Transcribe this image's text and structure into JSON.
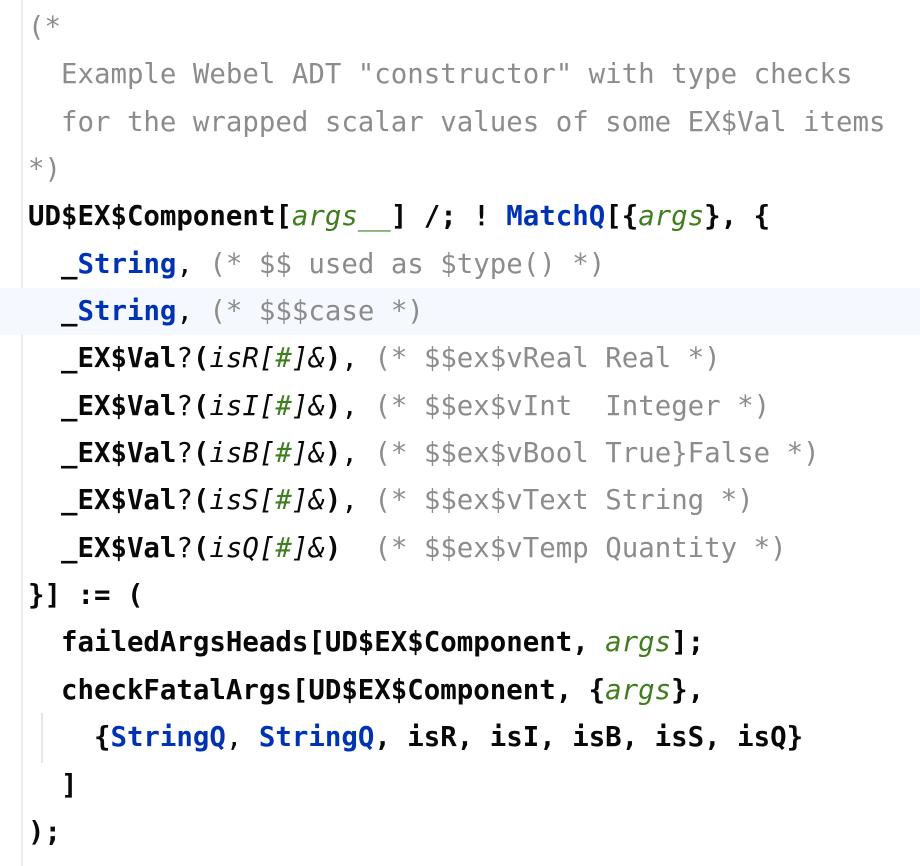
{
  "editor": {
    "current_line": 6,
    "colors": {
      "comment": "#8c8c8c",
      "keyword": "#0033b3",
      "pattern": "#3f7d1f",
      "text": "#080808",
      "current_line_bg": "#f5f8fe"
    },
    "lines": [
      [
        [
          "(*",
          "c"
        ]
      ],
      [
        [
          "  Example Webel ADT \"constructor\" with type checks",
          "c"
        ]
      ],
      [
        [
          "  for the wrapped scalar values of some EX$Val items",
          "c"
        ]
      ],
      [
        [
          "*)",
          "c"
        ]
      ],
      [
        [
          "UD$EX$Component[",
          "b"
        ],
        [
          "args__",
          "g"
        ],
        [
          "] /; ! ",
          "b"
        ],
        [
          "MatchQ",
          "k"
        ],
        [
          "[{",
          "b"
        ],
        [
          "args",
          "g"
        ],
        [
          "}, {",
          "b"
        ]
      ],
      [
        [
          "  _",
          "b"
        ],
        [
          "String",
          "k"
        ],
        [
          ", ",
          "n"
        ],
        [
          "(* $$ used as $type() *)",
          "c"
        ]
      ],
      [
        [
          "  _",
          "b"
        ],
        [
          "String",
          "k"
        ],
        [
          ", ",
          "n"
        ],
        [
          "(* $$$case *)",
          "c"
        ]
      ],
      [
        [
          "  _EX$Val",
          "b"
        ],
        [
          "?",
          "n"
        ],
        [
          "(",
          "b"
        ],
        [
          "isR[",
          "i"
        ],
        [
          "#",
          "g"
        ],
        [
          "]&",
          "i"
        ],
        [
          ")",
          "b"
        ],
        [
          ", ",
          "n"
        ],
        [
          "(* $$ex$vReal Real *)",
          "c"
        ]
      ],
      [
        [
          "  _EX$Val",
          "b"
        ],
        [
          "?",
          "n"
        ],
        [
          "(",
          "b"
        ],
        [
          "isI[",
          "i"
        ],
        [
          "#",
          "g"
        ],
        [
          "]&",
          "i"
        ],
        [
          ")",
          "b"
        ],
        [
          ", ",
          "n"
        ],
        [
          "(* $$ex$vInt  Integer *)",
          "c"
        ]
      ],
      [
        [
          "  _EX$Val",
          "b"
        ],
        [
          "?",
          "n"
        ],
        [
          "(",
          "b"
        ],
        [
          "isB[",
          "i"
        ],
        [
          "#",
          "g"
        ],
        [
          "]&",
          "i"
        ],
        [
          ")",
          "b"
        ],
        [
          ", ",
          "n"
        ],
        [
          "(* $$ex$vBool True}False *)",
          "c"
        ]
      ],
      [
        [
          "  _EX$Val",
          "b"
        ],
        [
          "?",
          "n"
        ],
        [
          "(",
          "b"
        ],
        [
          "isS[",
          "i"
        ],
        [
          "#",
          "g"
        ],
        [
          "]&",
          "i"
        ],
        [
          ")",
          "b"
        ],
        [
          ", ",
          "n"
        ],
        [
          "(* $$ex$vText String *)",
          "c"
        ]
      ],
      [
        [
          "  _EX$Val",
          "b"
        ],
        [
          "?",
          "n"
        ],
        [
          "(",
          "b"
        ],
        [
          "isQ[",
          "i"
        ],
        [
          "#",
          "g"
        ],
        [
          "]&",
          "i"
        ],
        [
          ")",
          "b"
        ],
        [
          "  ",
          "n"
        ],
        [
          "(* $$ex$vTemp Quantity *)",
          "c"
        ]
      ],
      [
        [
          "}] := (",
          "b"
        ]
      ],
      [
        [
          "  failedArgsHeads[UD$EX$Component, ",
          "b"
        ],
        [
          "args",
          "g"
        ],
        [
          "];",
          "b"
        ]
      ],
      [
        [
          "  checkFatalArgs[UD$EX$Component, {",
          "b"
        ],
        [
          "args",
          "g"
        ],
        [
          "},",
          "b"
        ]
      ],
      [
        [
          "    {",
          "b"
        ],
        [
          "StringQ",
          "k"
        ],
        [
          ", ",
          "n"
        ],
        [
          "StringQ",
          "k"
        ],
        [
          ", isR, isI, isB, isS, isQ}",
          "b"
        ]
      ],
      [
        [
          "  ]",
          "b"
        ]
      ],
      [
        [
          ");",
          "b"
        ]
      ]
    ]
  }
}
